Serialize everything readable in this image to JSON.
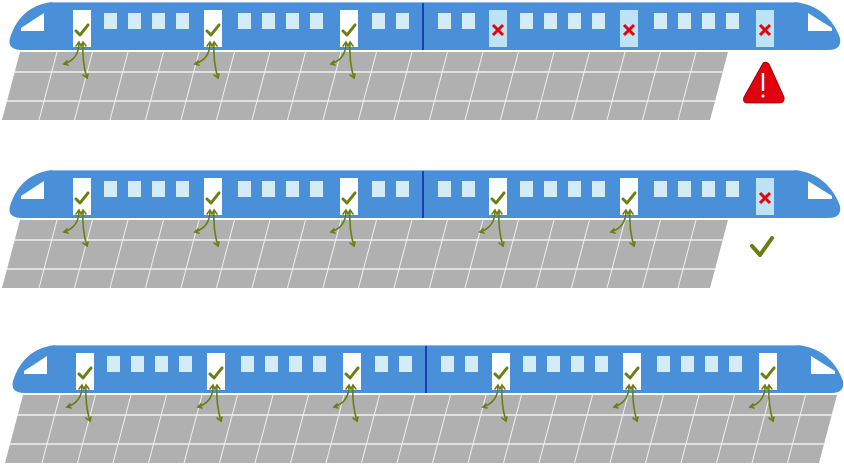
{
  "colors": {
    "train_body": "#4a90d9",
    "window": "#d4ecf8",
    "door_open": "#ffffff",
    "door_closed": "#bde3f5",
    "coupling": "#1a3fb0",
    "platform": "#b0b0b0",
    "platform_lines": "#f0f0f0",
    "ok_green": "#6b7f10",
    "blocked_red": "#e8000b",
    "warning_red": "#e0000e"
  },
  "scenarios": [
    {
      "name": "short-platform-all-doors-listed",
      "platform": "short",
      "doors": [
        "open",
        "open",
        "open",
        "closed",
        "closed",
        "closed"
      ],
      "result_icon": "warning-icon"
    },
    {
      "name": "short-platform-last-door-closed",
      "platform": "short",
      "doors": [
        "open",
        "open",
        "open",
        "open",
        "open",
        "closed"
      ],
      "result_icon": "check-icon"
    },
    {
      "name": "full-platform-all-doors-open",
      "platform": "full",
      "doors": [
        "open",
        "open",
        "open",
        "open",
        "open",
        "open"
      ],
      "result_icon": "none"
    }
  ]
}
